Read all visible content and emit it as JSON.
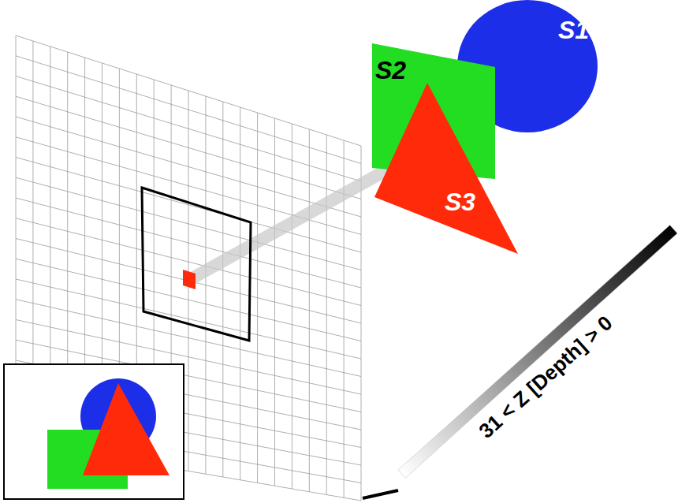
{
  "diagram": {
    "nodes": [
      {
        "text": [
          "S1"
        ]
      },
      {
        "text": [
          "S2"
        ]
      },
      {
        "text": [
          "S3"
        ]
      }
    ],
    "labels": [
      "31 < Z [Depth] > 0"
    ]
  }
}
